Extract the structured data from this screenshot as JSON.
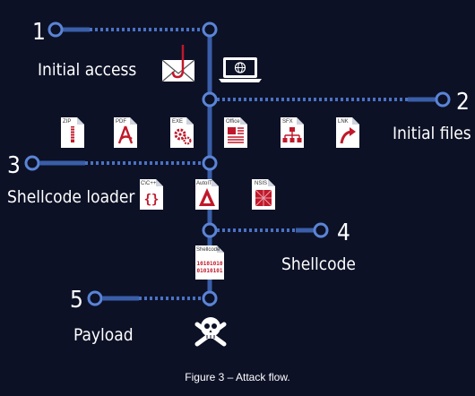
{
  "steps": [
    {
      "number": "1",
      "label": "Initial access"
    },
    {
      "number": "2",
      "label": "Initial files"
    },
    {
      "number": "3",
      "label": "Shellcode loader"
    },
    {
      "number": "4",
      "label": "Shellcode"
    },
    {
      "number": "5",
      "label": "Payload"
    }
  ],
  "initial_access_icons": [
    "phishing-email-icon",
    "web-browser-laptop-icon"
  ],
  "initial_files": [
    "ZIP",
    "PDF",
    "EXE",
    "Office",
    "SFX",
    "LNK"
  ],
  "loaders": [
    "C\\C++",
    "AutoIT",
    "NSIS"
  ],
  "shellcode_file": {
    "tag": "Shellcode",
    "bits_line1": "10101010",
    "bits_line2": "01010101"
  },
  "payload_icon": "skull-crossbones-icon",
  "caption": "Figure 3 – Attack flow.",
  "colors": {
    "background": "#0c1126",
    "line": "#3a5ea8",
    "dots": "#4a72c4",
    "accent_red": "#c0182a"
  }
}
